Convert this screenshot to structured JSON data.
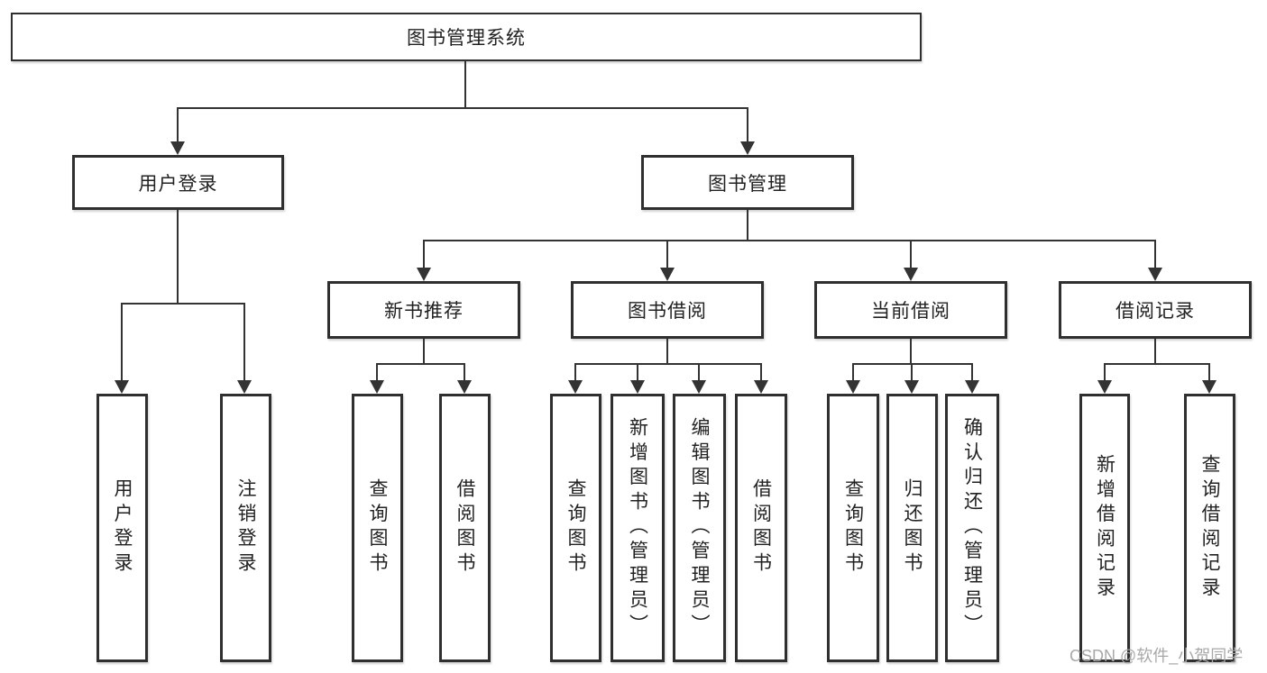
{
  "diagram": {
    "colors": {
      "line": "#333333",
      "border": "#2f2f2f",
      "text": "#222222",
      "watermark": "#a8a8a8",
      "background": "#ffffff"
    },
    "root": {
      "label": "图书管理系统"
    },
    "level1": [
      {
        "label": "用户登录"
      },
      {
        "label": "图书管理"
      }
    ],
    "level2": [
      {
        "label": "新书推荐"
      },
      {
        "label": "图书借阅"
      },
      {
        "label": "当前借阅"
      },
      {
        "label": "借阅记录"
      }
    ],
    "leaves": {
      "user_login": [
        {
          "label": "用户登录"
        },
        {
          "label": "注销登录"
        }
      ],
      "new_book": [
        {
          "label": "查询图书"
        },
        {
          "label": "借阅图书"
        }
      ],
      "book_borrow": [
        {
          "label": "查询图书"
        },
        {
          "label": "新增图书（管理员）"
        },
        {
          "label": "编辑图书（管理员）"
        },
        {
          "label": "借阅图书"
        }
      ],
      "current_borrow": [
        {
          "label": "查询图书"
        },
        {
          "label": "归还图书"
        },
        {
          "label": "确认归还（管理员）"
        }
      ],
      "borrow_record": [
        {
          "label": "新增借阅记录"
        },
        {
          "label": "查询借阅记录"
        }
      ]
    },
    "watermark": "CSDN @软件_小贺同学"
  }
}
